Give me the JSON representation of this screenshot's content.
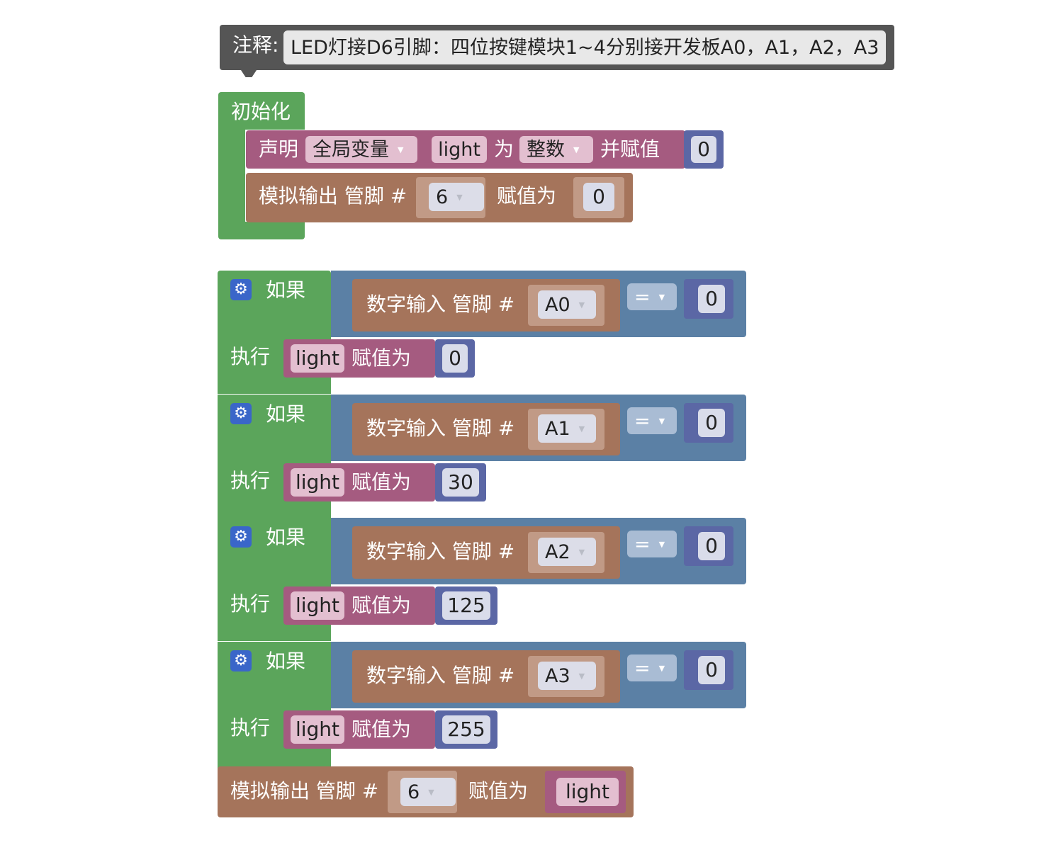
{
  "comment": {
    "label": "注释:",
    "text": "LED灯接D6引脚：四位按键模块1~4分别接开发板A0，A1，A2，A3"
  },
  "init": {
    "label": "初始化",
    "declare": {
      "label": "声明",
      "scope": "全局变量",
      "var": "light",
      "as_label": "为",
      "type": "整数",
      "assign_label": "并赋值",
      "value": "0"
    },
    "analog": {
      "label": "模拟输出 管脚 #",
      "pin": "6",
      "assign_label": "赋值为",
      "value": "0"
    }
  },
  "colors": {
    "control": "#5ba55b",
    "logic": "#5b80a5",
    "io": "#a5745b",
    "var": "#a55b80",
    "math": "#5b67a5",
    "comment": "#555555"
  },
  "if_blocks": [
    {
      "if_label": "如果",
      "input_label": "数字输入 管脚 #",
      "pin": "A0",
      "op": "=",
      "cmp": "0",
      "do_label": "执行",
      "var": "light",
      "assign_label": "赋值为",
      "value": "0"
    },
    {
      "if_label": "如果",
      "input_label": "数字输入 管脚 #",
      "pin": "A1",
      "op": "=",
      "cmp": "0",
      "do_label": "执行",
      "var": "light",
      "assign_label": "赋值为",
      "value": "30"
    },
    {
      "if_label": "如果",
      "input_label": "数字输入 管脚 #",
      "pin": "A2",
      "op": "=",
      "cmp": "0",
      "do_label": "执行",
      "var": "light",
      "assign_label": "赋值为",
      "value": "125"
    },
    {
      "if_label": "如果",
      "input_label": "数字输入 管脚 #",
      "pin": "A3",
      "op": "=",
      "cmp": "0",
      "do_label": "执行",
      "var": "light",
      "assign_label": "赋值为",
      "value": "255"
    }
  ],
  "final": {
    "label": "模拟输出 管脚 #",
    "pin": "6",
    "assign_label": "赋值为",
    "var": "light"
  },
  "icons": {
    "gear": "gear-icon",
    "dropdown": "dropdown-arrow-icon"
  }
}
